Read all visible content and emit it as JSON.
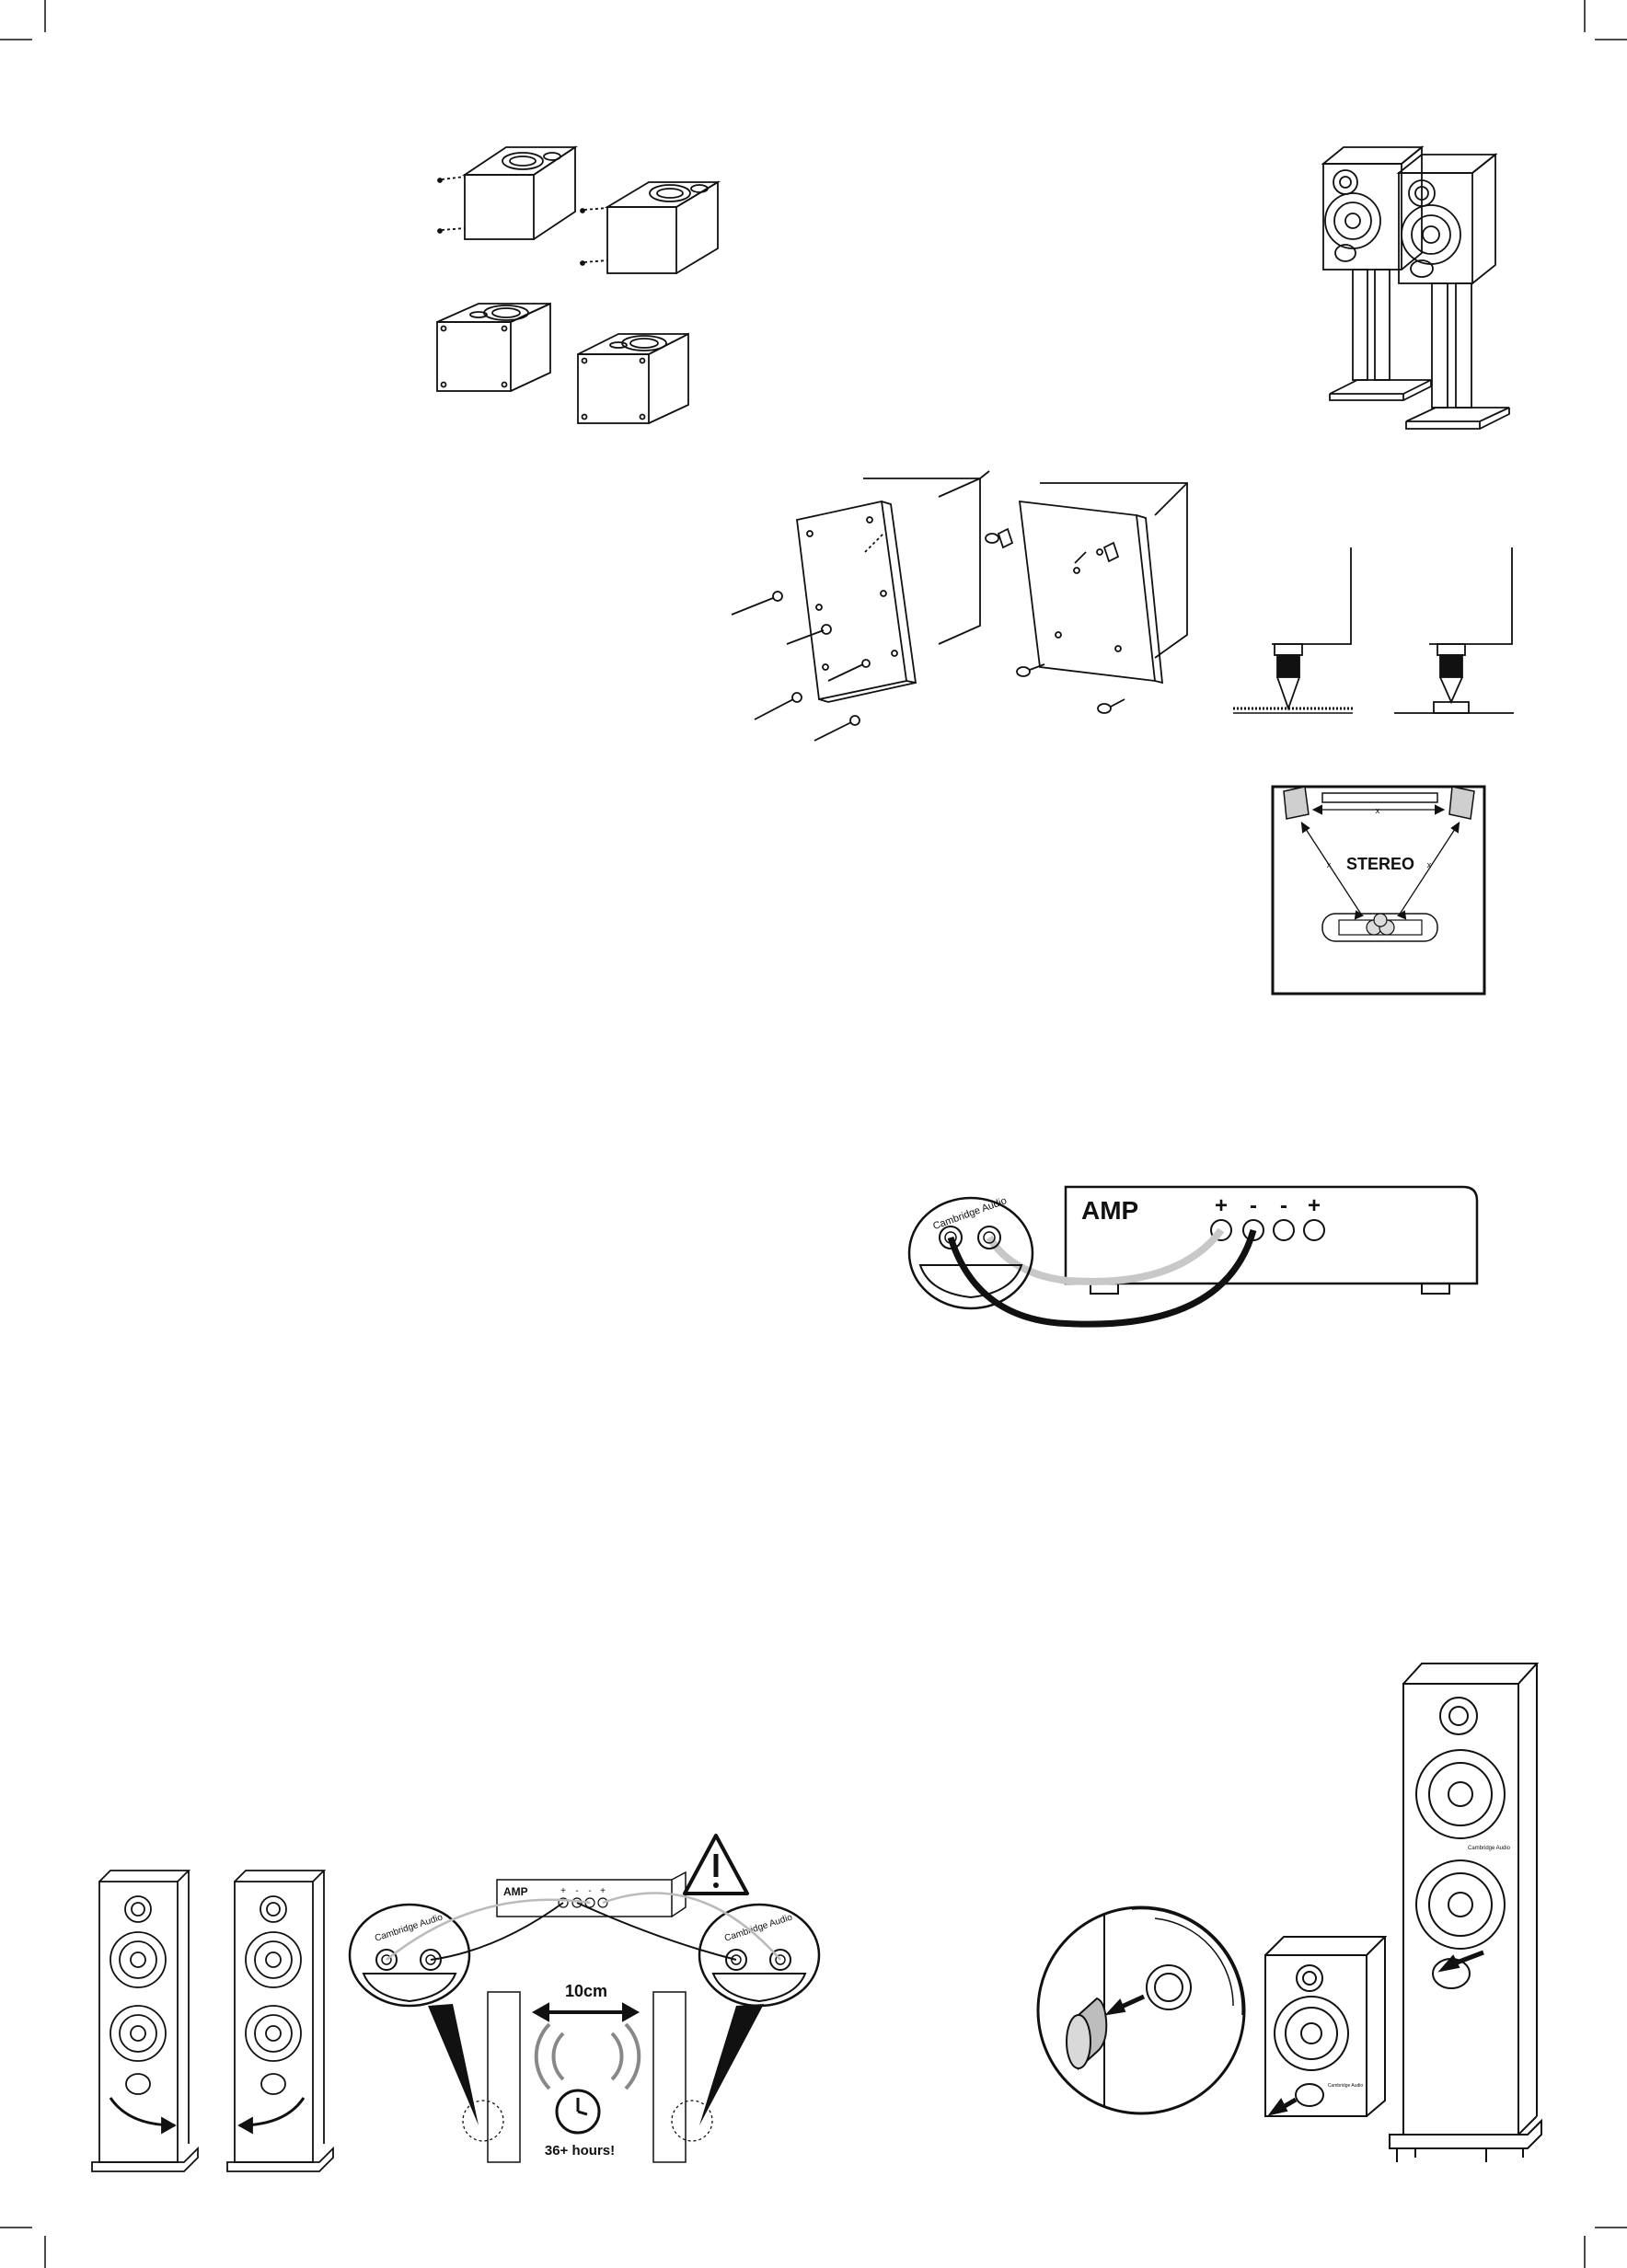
{
  "figures": {
    "stereo_placement": {
      "label": "STEREO",
      "distance_marker": "x"
    },
    "amp_wiring": {
      "amp_label": "AMP",
      "terminals": [
        "+",
        "-",
        "-",
        "+"
      ],
      "brand": "Cambridge Audio"
    },
    "run_in": {
      "amp_label": "AMP",
      "terminals": [
        "+",
        "-",
        "-",
        "+"
      ],
      "brand": "Cambridge Audio",
      "spacing_label": "10cm",
      "duration_label": "36+ hours!"
    },
    "speaker_brand": "Cambridge Audio"
  }
}
